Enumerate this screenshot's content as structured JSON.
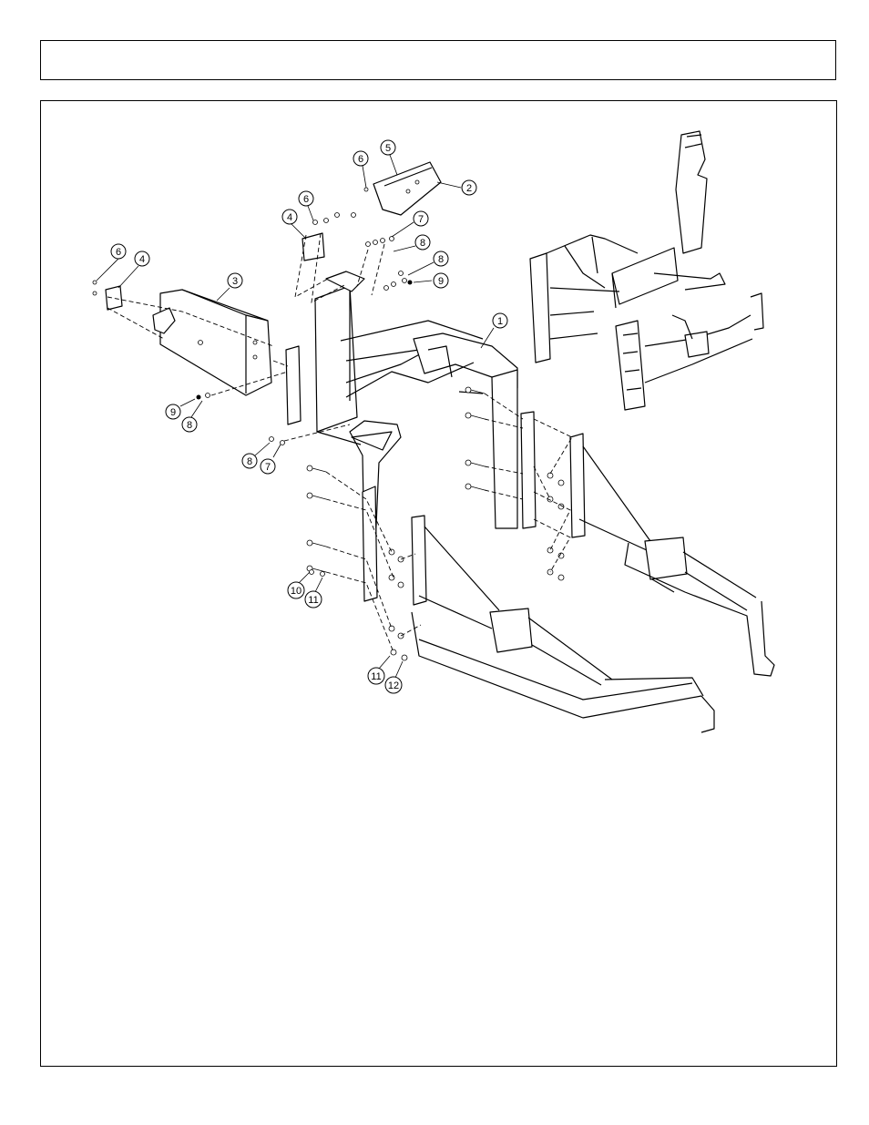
{
  "header": {
    "title": ""
  },
  "callouts": [
    {
      "id": "c1",
      "label": "1"
    },
    {
      "id": "c2",
      "label": "2"
    },
    {
      "id": "c3",
      "label": "3"
    },
    {
      "id": "c4a",
      "label": "4"
    },
    {
      "id": "c4b",
      "label": "4"
    },
    {
      "id": "c5",
      "label": "5"
    },
    {
      "id": "c6a",
      "label": "6"
    },
    {
      "id": "c6b",
      "label": "6"
    },
    {
      "id": "c6c",
      "label": "6"
    },
    {
      "id": "c7a",
      "label": "7"
    },
    {
      "id": "c7b",
      "label": "7"
    },
    {
      "id": "c8a",
      "label": "8"
    },
    {
      "id": "c8b",
      "label": "8"
    },
    {
      "id": "c8c",
      "label": "8"
    },
    {
      "id": "c9a",
      "label": "9"
    },
    {
      "id": "c9b",
      "label": "9"
    },
    {
      "id": "c10",
      "label": "10"
    },
    {
      "id": "c11a",
      "label": "11"
    },
    {
      "id": "c11b",
      "label": "11"
    },
    {
      "id": "c12",
      "label": "12"
    }
  ]
}
